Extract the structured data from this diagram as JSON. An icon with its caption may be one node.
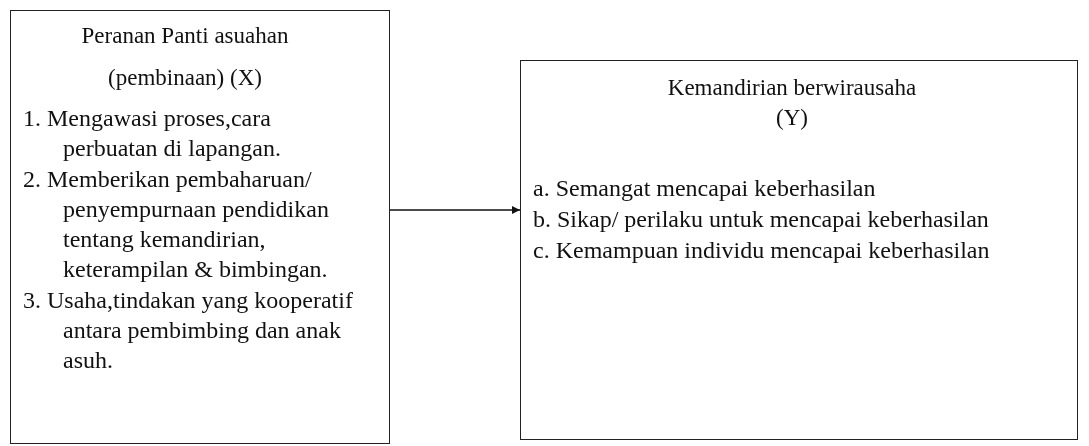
{
  "diagram": {
    "nodes": [
      {
        "text": [
          "Peranan Panti asuahan (pembinaan) (X)",
          "1. Mengawasi proses,cara perbuatan di lapangan.",
          "2. Memberikan pembaharuan/ penyempurnaan pendidikan tentang kemandirian, keterampilan & bimbingan.",
          "3. Usaha,tindakan yang kooperatif antara pembimbing dan anak asuh."
        ]
      },
      {
        "text": [
          "Kemandirian berwirausaha (Y)",
          "a. Semangat mencapai keberhasilan",
          "b. Sikap/ perilaku untuk mencapai keberhasilan",
          "c. Kemampuan individu mencapai keberhasilan"
        ]
      }
    ],
    "edges": [
      {
        "from": 0,
        "to": 1,
        "arrow": "to"
      }
    ]
  }
}
